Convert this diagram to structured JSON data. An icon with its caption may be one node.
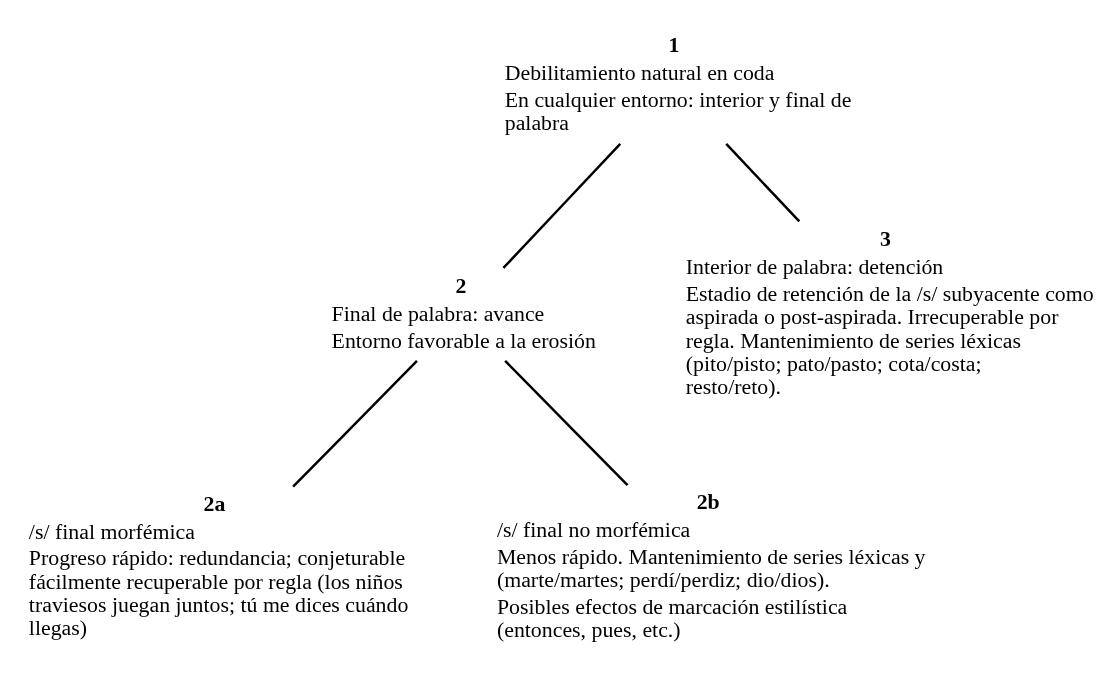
{
  "diagram": {
    "nodes": [
      {
        "text": [
          "1",
          "Debilitamiento natural en coda",
          "En cualquier entorno: interior y final de palabra"
        ]
      },
      {
        "text": [
          "2",
          "Final de palabra: avance",
          "Entorno favorable a la erosión"
        ]
      },
      {
        "text": [
          "3",
          "Interior de palabra: detención",
          "Estadio de retención de la /s/ subyacente como aspirada o post-aspirada. Irrecuperable por regla. Mantenimiento de series léxicas (pito/pisto; pato/pasto; cota/costa; resto/reto)."
        ]
      },
      {
        "text": [
          "2a",
          "/s/ final morfémica",
          "Progreso rápido: redundancia; conjeturable fácilmente recuperable por regla (los niños traviesos juegan juntos; tú me dices cuándo llegas)"
        ]
      },
      {
        "text": [
          "2b",
          "/s/ final no morfémica",
          "Menos rápido. Mantenimiento de series léxicas y (marte/martes; perdí/perdiz; dio/dios).",
          "Posibles efectos de marcación estilística (entonces, pues, etc.)"
        ]
      }
    ],
    "edges": [
      {
        "from": 0,
        "to": 1,
        "arrow": "none"
      },
      {
        "from": 0,
        "to": 2,
        "arrow": "none"
      },
      {
        "from": 1,
        "to": 3,
        "arrow": "none"
      },
      {
        "from": 1,
        "to": 4,
        "arrow": "none"
      }
    ]
  }
}
